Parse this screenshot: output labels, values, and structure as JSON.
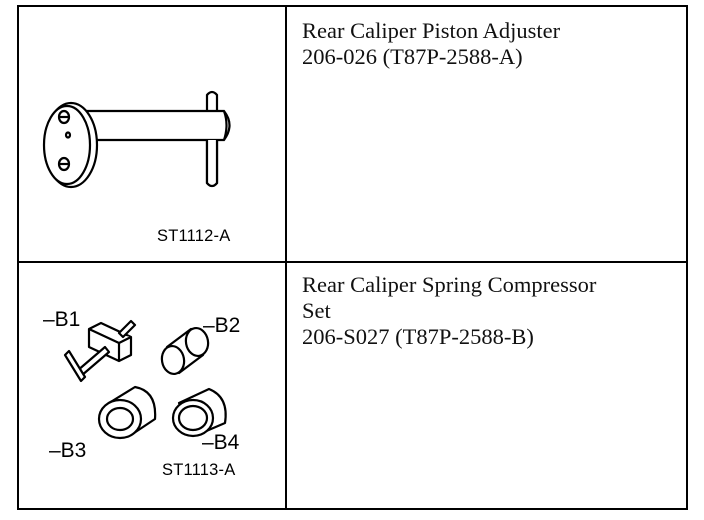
{
  "rows": [
    {
      "figure_code": "ST1112-A",
      "name": "Rear Caliper Piston Adjuster",
      "number": "206-026 (T87P-2588-A)"
    },
    {
      "figure_code": "ST1113-A",
      "name_line1": "Rear Caliper Spring Compressor",
      "name_line2": "Set",
      "number": "206-S027 (T87P-2588-B)",
      "callouts": {
        "b1": "–B1",
        "b2": "–B2",
        "b3": "–B3",
        "b4": "–B4"
      }
    }
  ]
}
